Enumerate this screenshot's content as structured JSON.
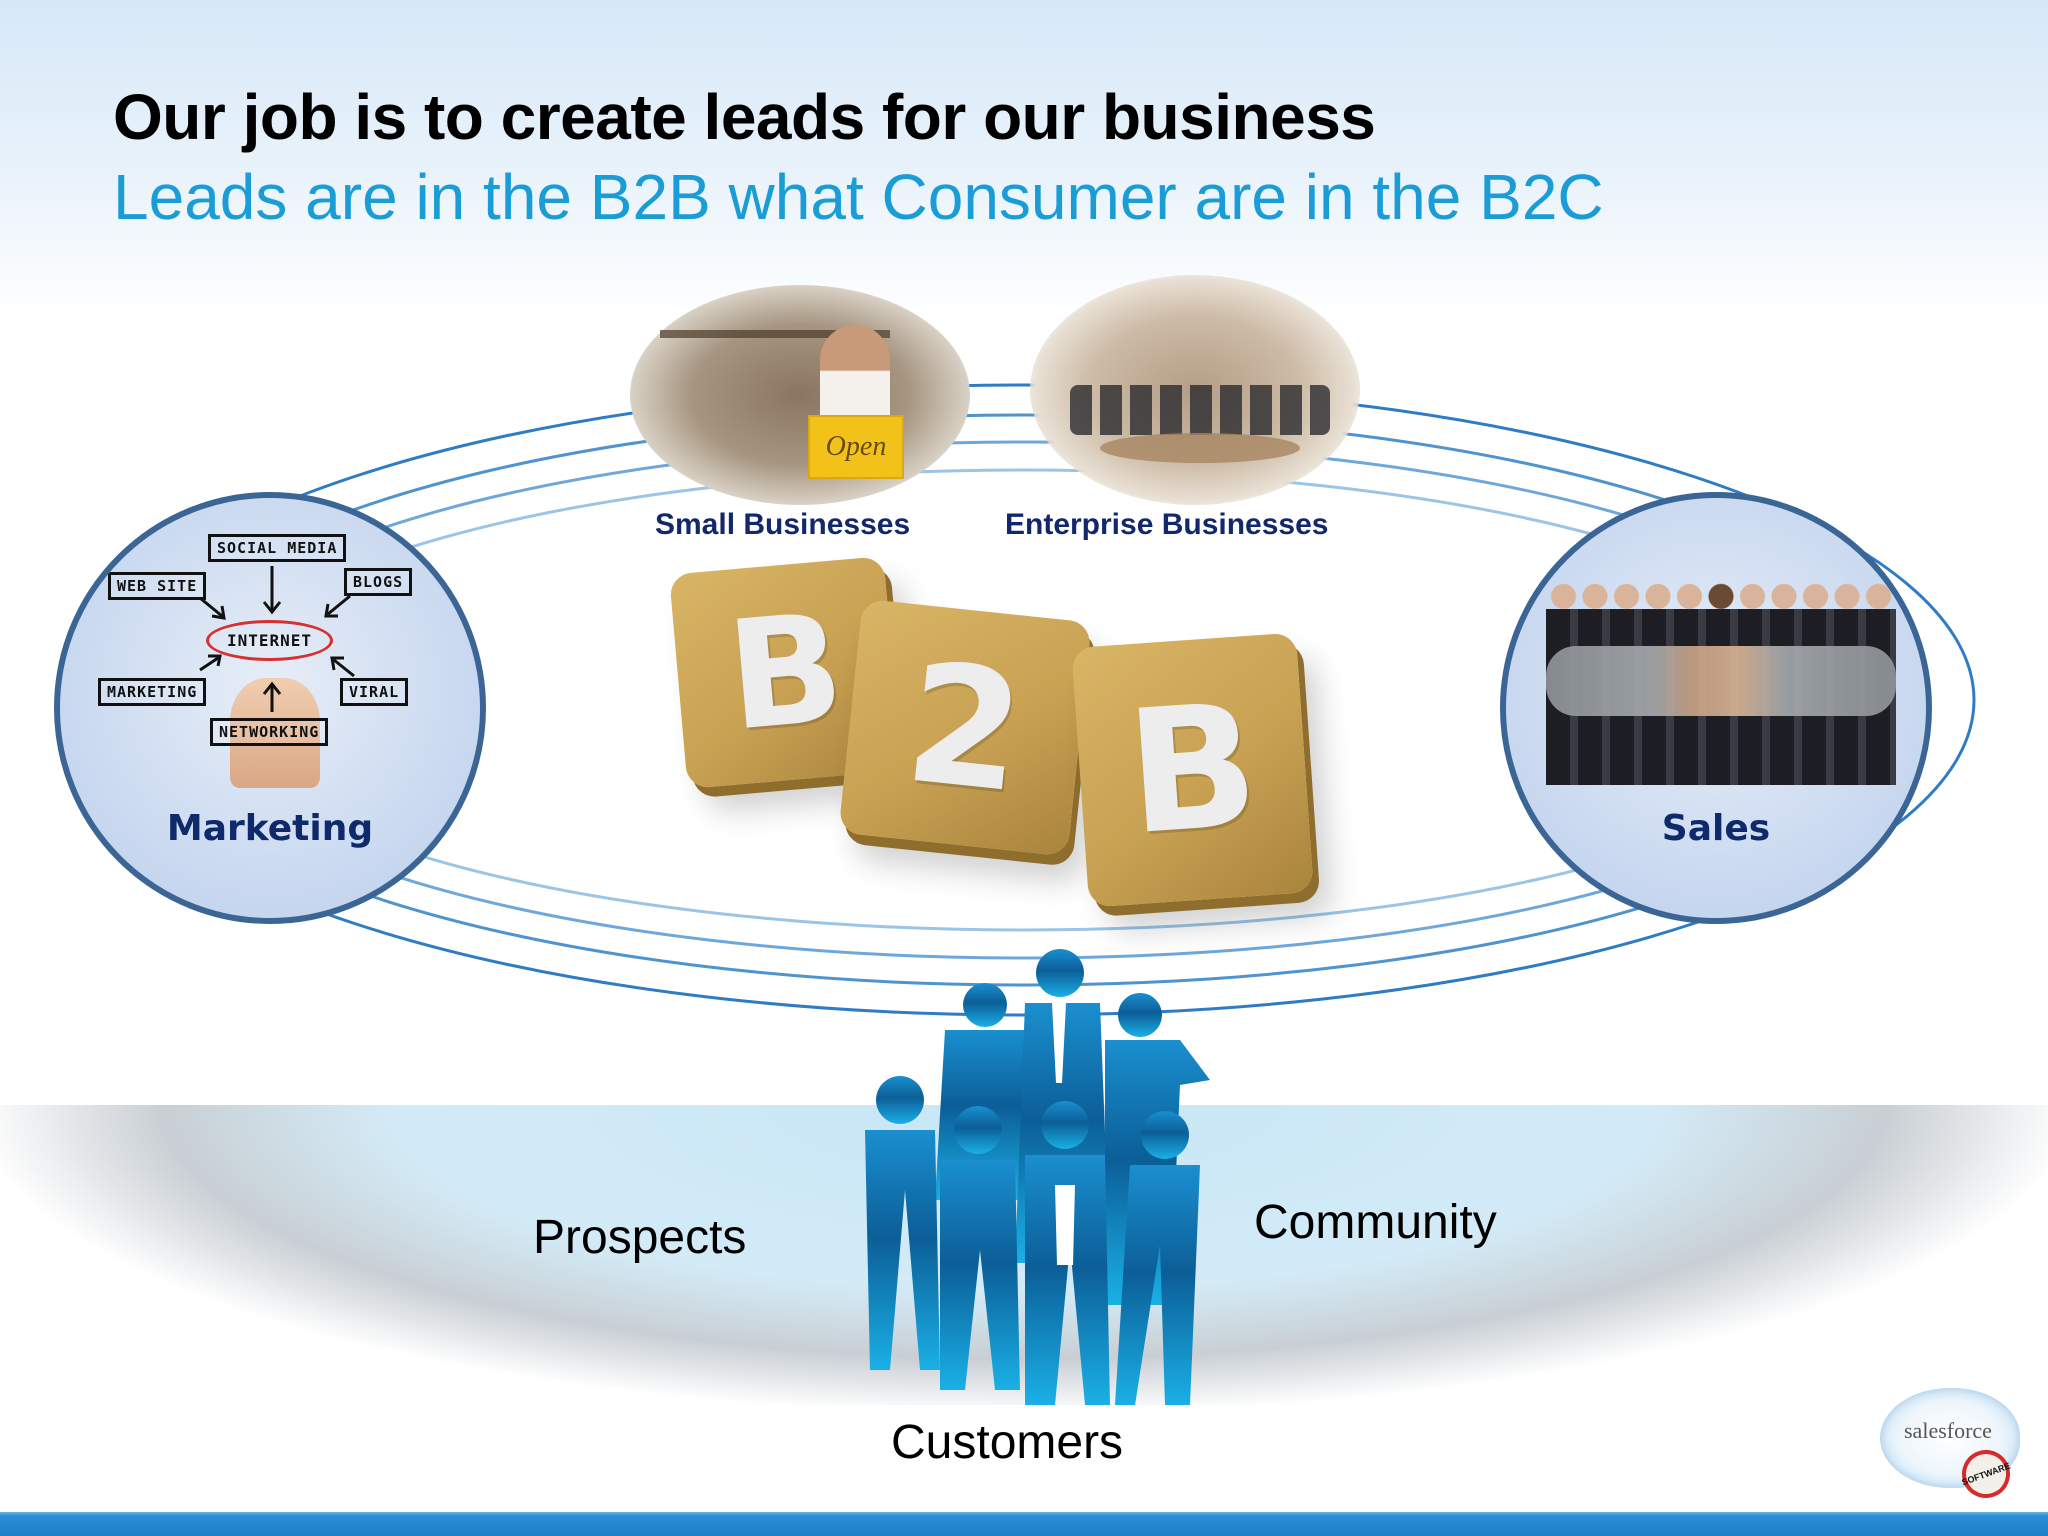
{
  "slide": {
    "title": "Our job is to create leads for our business",
    "subtitle": "Leads are in the B2B what Consumer are in the B2C"
  },
  "segments": {
    "small": {
      "label": "Small Businesses",
      "sign_text": "Open"
    },
    "enterprise": {
      "label": "Enterprise Businesses"
    }
  },
  "center": {
    "tiles": [
      "B",
      "2",
      "B"
    ],
    "tile_color": "#c8a153"
  },
  "marketing": {
    "label": "Marketing",
    "diagram": {
      "center": "INTERNET",
      "nodes": [
        "SOCIAL MEDIA",
        "WEB SITE",
        "BLOGS",
        "MARKETING",
        "VIRAL",
        "NETWORKING"
      ]
    }
  },
  "sales": {
    "label": "Sales"
  },
  "ground": {
    "prospects": "Prospects",
    "community": "Community",
    "customers": "Customers"
  },
  "logo": {
    "brand": "salesforce",
    "badge": "SOFTWARE"
  },
  "colors": {
    "title": "#000000",
    "subtitle": "#1a9dd6",
    "label_navy": "#13276b",
    "ring_blue": "#2f7cc4",
    "circle_border": "#3b6595",
    "silhouette_blue": "#0f6aa8"
  }
}
